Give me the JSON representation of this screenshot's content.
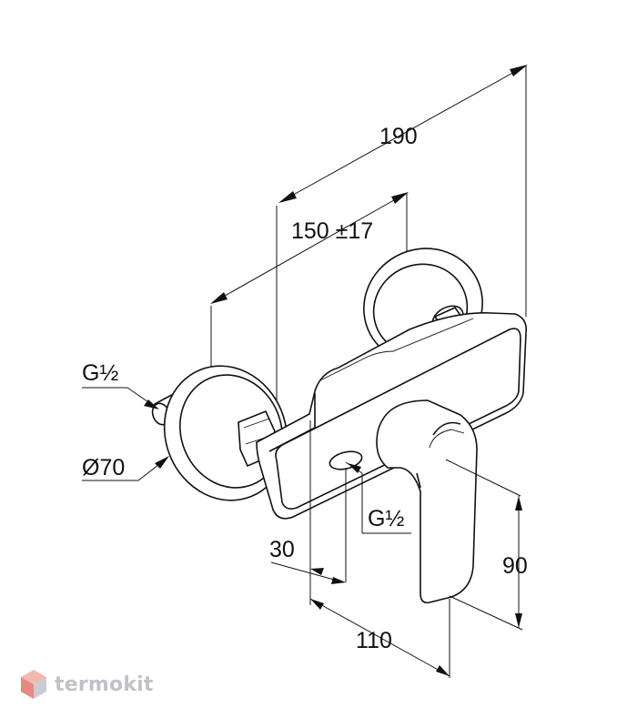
{
  "dimensions": {
    "overall_width": "190",
    "center_distance": "150 ±17",
    "inlet_thread": "G½",
    "flange_diameter": "Ø70",
    "outlet_thread": "G½",
    "outlet_offset": "30",
    "lever_height": "90",
    "projection": "110"
  },
  "brand": {
    "name": "termokit",
    "icon": "cube-logo-icon"
  }
}
